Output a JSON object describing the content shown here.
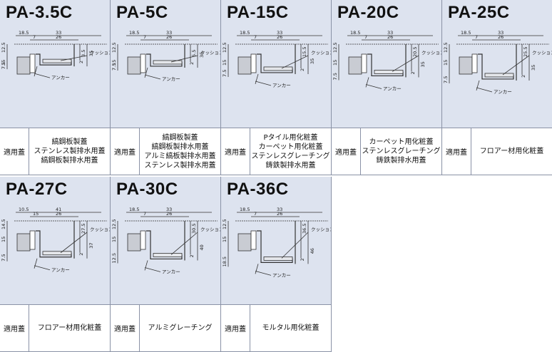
{
  "label": "適用蓋",
  "rows": [
    [
      {
        "model": "PA-3.5C",
        "dims": {
          "a": "18.5",
          "b": "33",
          "c": "26",
          "d": "7",
          "h1": "3.5",
          "h2": "35",
          "h3": "2",
          "l1": "12.5",
          "l2": "15",
          "l3": "7.5"
        },
        "covers": [
          "縞鋼板製蓋",
          "ステンレス製排水用蓋",
          "縞鋼板製排水用蓋"
        ]
      },
      {
        "model": "PA-5C",
        "dims": {
          "a": "18.5",
          "b": "33",
          "c": "26",
          "d": "7",
          "h1": "5.5",
          "h2": "35",
          "h3": "2",
          "l1": "12.5",
          "l2": "15",
          "l3": "7.5"
        },
        "covers": [
          "縞鋼板製蓋",
          "縞鋼板製排水用蓋",
          "アルミ縞板製排水用蓋",
          "ステンレス製排水用蓋"
        ]
      },
      {
        "model": "PA-15C",
        "dims": {
          "a": "18.5",
          "b": "33",
          "c": "26",
          "d": "7",
          "h1": "15.5",
          "h2": "35",
          "h3": "2",
          "l1": "12.5",
          "l2": "15",
          "l3": "7.5"
        },
        "covers": [
          "Pタイル用化粧蓋",
          "カーペット用化粧蓋",
          "ステンレスグレーチング",
          "鋳鉄製排水用蓋"
        ]
      },
      {
        "model": "PA-20C",
        "dims": {
          "a": "18.5",
          "b": "33",
          "c": "26",
          "d": "7",
          "h1": "20.5",
          "h2": "35",
          "h3": "2",
          "l1": "12.5",
          "l2": "15",
          "l3": "7.5"
        },
        "covers": [
          "カーペット用化粧蓋",
          "ステンレスグレーチング",
          "鋳鉄製排水用蓋"
        ]
      },
      {
        "model": "PA-25C",
        "dims": {
          "a": "18.5",
          "b": "33",
          "c": "26",
          "d": "7",
          "h1": "25.5",
          "h2": "35",
          "h3": "2",
          "l1": "12.5",
          "l2": "15",
          "l3": "7.5"
        },
        "covers": [
          "フロアー材用化粧蓋"
        ]
      }
    ],
    [
      {
        "model": "PA-27C",
        "dims": {
          "a": "10.5",
          "b": "41",
          "c": "26",
          "d": "15",
          "h1": "27.5",
          "h2": "37",
          "h3": "2",
          "l1": "14.5",
          "l2": "15",
          "l3": "7.5"
        },
        "covers": [
          "フロアー材用化粧蓋"
        ]
      },
      {
        "model": "PA-30C",
        "dims": {
          "a": "18.5",
          "b": "33",
          "c": "26",
          "d": "7",
          "h1": "30.5",
          "h2": "40",
          "h3": "2",
          "l1": "12.5",
          "l2": "15",
          "l3": "12.5"
        },
        "covers": [
          "アルミグレーチング"
        ]
      },
      {
        "model": "PA-36C",
        "dims": {
          "a": "18.5",
          "b": "33",
          "c": "26",
          "d": "7",
          "h1": "36.5",
          "h2": "46",
          "h3": "2",
          "l1": "12.5",
          "l2": "15",
          "l3": "18.5"
        },
        "covers": [
          "モルタル用化粧蓋"
        ]
      }
    ]
  ],
  "annotations": {
    "cushion": "クッション材",
    "anchor": "アンカー"
  }
}
